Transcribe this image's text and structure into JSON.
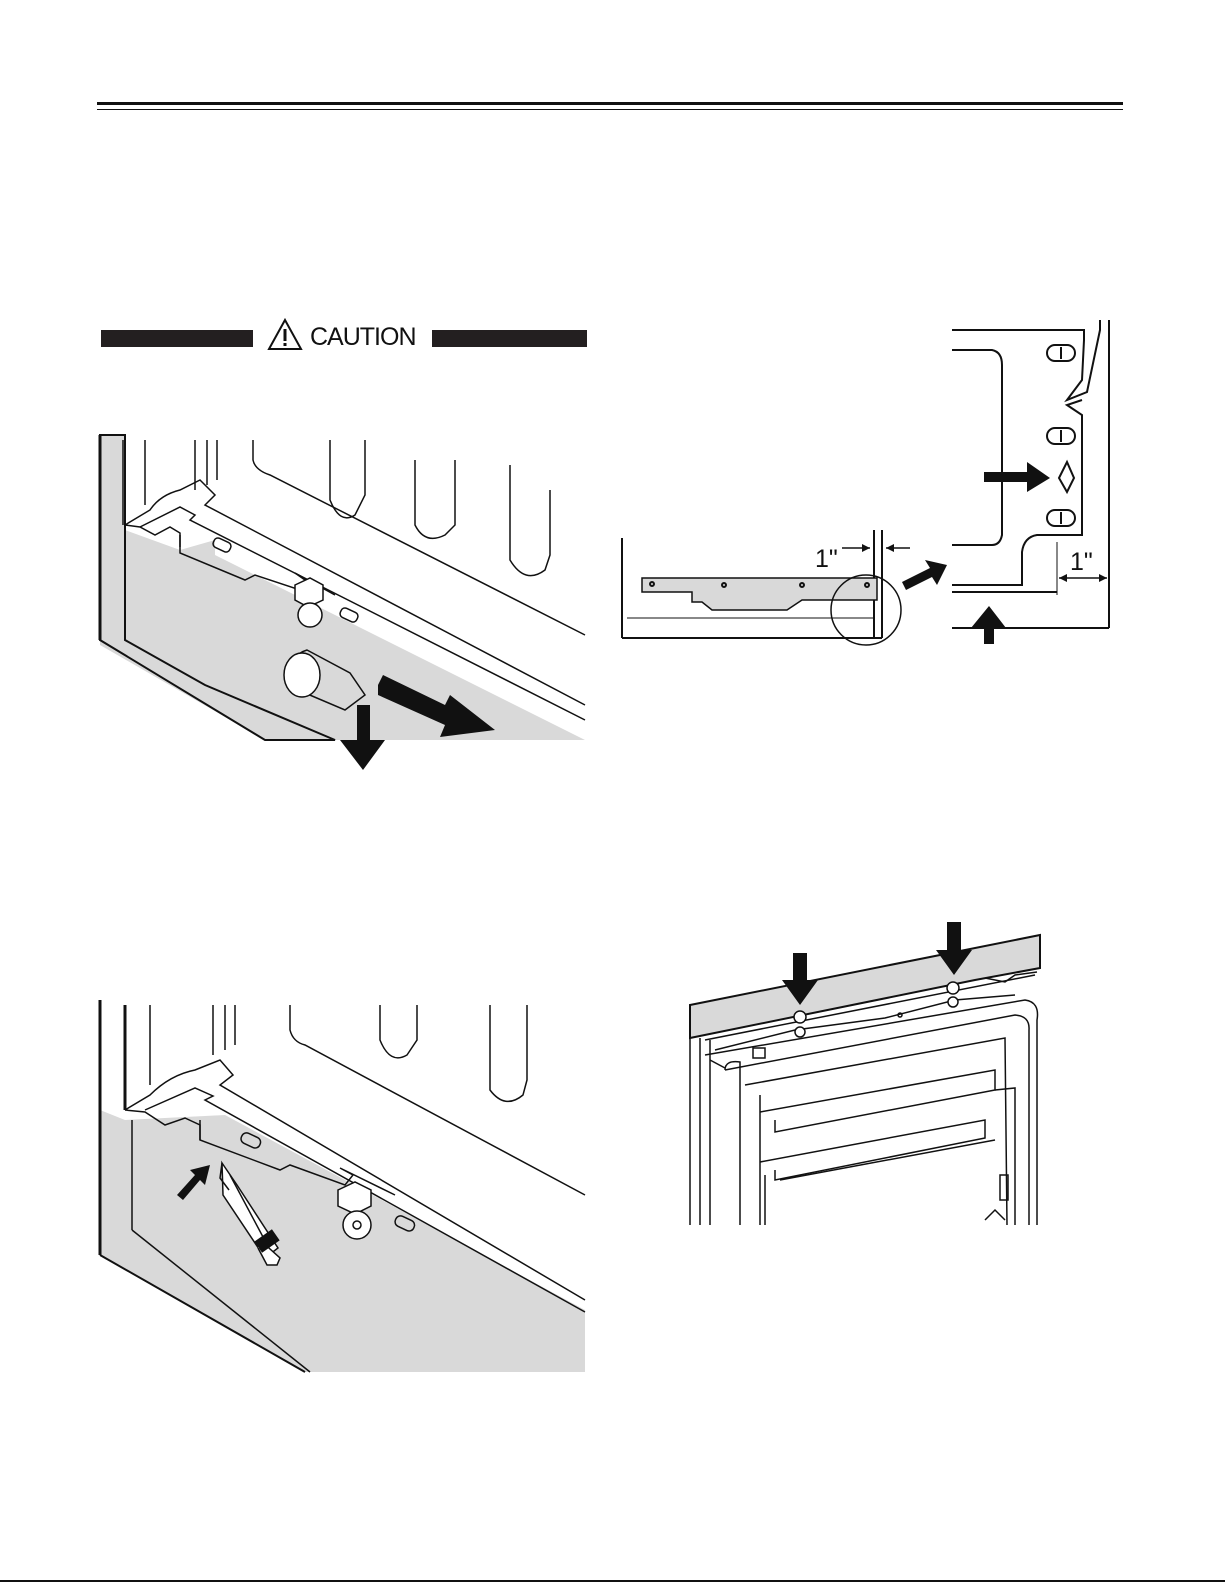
{
  "header": {
    "rules": 2
  },
  "caution": {
    "label": "CAUTION",
    "icon": "warning-triangle-icon"
  },
  "figures": [
    {
      "id": "fig-leveling-leg-removal",
      "arrows": [
        "down-arrow",
        "diagonal-arrow"
      ]
    },
    {
      "id": "fig-bracket-alignment",
      "dimension_left": "1\"",
      "dimension_right": "1\""
    },
    {
      "id": "fig-pencil-mark",
      "arrows": [
        "pointer-arrow"
      ]
    },
    {
      "id": "fig-door-hinge-top",
      "arrows": [
        "down-arrow-left",
        "down-arrow-right"
      ]
    }
  ],
  "colors": {
    "ink": "#111111",
    "panel_fill": "#d9d9d9",
    "caution_bar": "#231f20"
  }
}
